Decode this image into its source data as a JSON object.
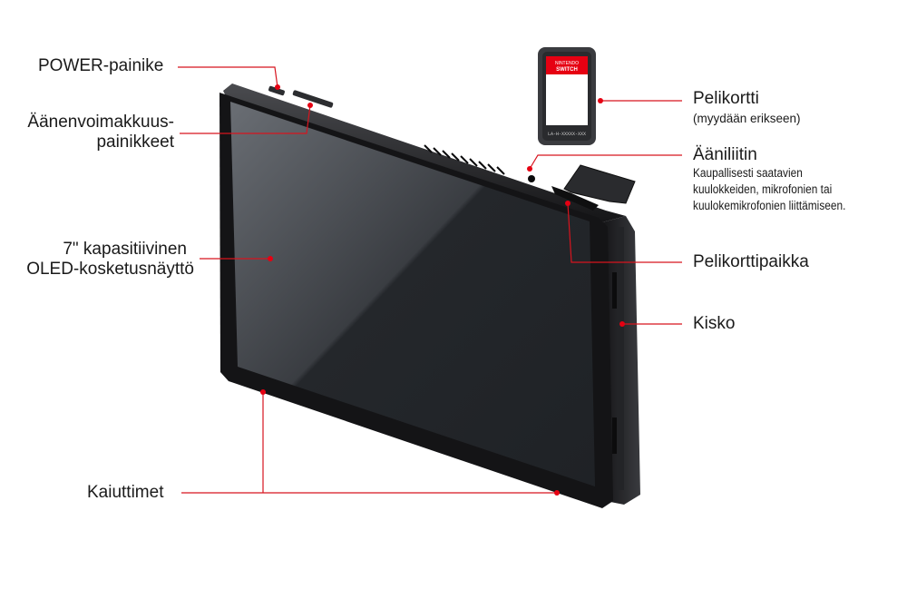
{
  "colors": {
    "accent": "#e60012",
    "leader": "#d7141e",
    "device_body": "#1c1c1e",
    "screen": "#2b2e33",
    "card_label": "#e60012"
  },
  "device": {
    "card_brand_line1": "NINTENDO",
    "card_brand_line2": "SWITCH",
    "card_code": "LA-H-XXXXX-XXX"
  },
  "labels": {
    "power": "POWER-painike",
    "volume_line1": "Äänenvoimakkuus-",
    "volume_line2": "painikkeet",
    "screen_line1": "7\" kapasitiivinen",
    "screen_line2": "OLED-kosketusnäyttö",
    "speakers": "Kaiuttimet",
    "game_card": "Pelikortti",
    "game_card_note": "(myydään erikseen)",
    "audio_jack": "Ääniliitin",
    "audio_jack_note_1": "Kaupallisesti saatavien",
    "audio_jack_note_2": "kuulokkeiden, mikrofonien tai",
    "audio_jack_note_3": "kuulokemikrofonien liittämiseen.",
    "card_slot": "Pelikorttipaikka",
    "rail": "Kisko"
  }
}
